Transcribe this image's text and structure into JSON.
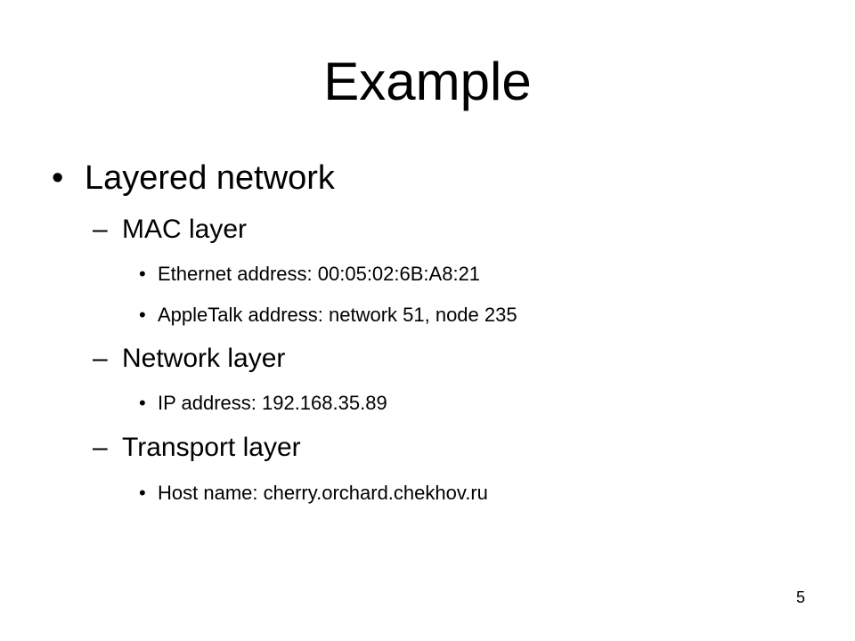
{
  "slide": {
    "title": "Example",
    "bullet_glyph": "•",
    "dash_glyph": "–",
    "level1": "Layered network",
    "mac_layer": {
      "label": "MAC layer",
      "items": [
        "Ethernet address: 00:05:02:6B:A8:21",
        "AppleTalk address: network 51, node 235"
      ]
    },
    "network_layer": {
      "label": "Network layer",
      "items": [
        "IP address: 192.168.35.89"
      ]
    },
    "transport_layer": {
      "label": "Transport layer",
      "items": [
        "Host name: cherry.orchard.chekhov.ru"
      ]
    },
    "page_number": "5"
  }
}
